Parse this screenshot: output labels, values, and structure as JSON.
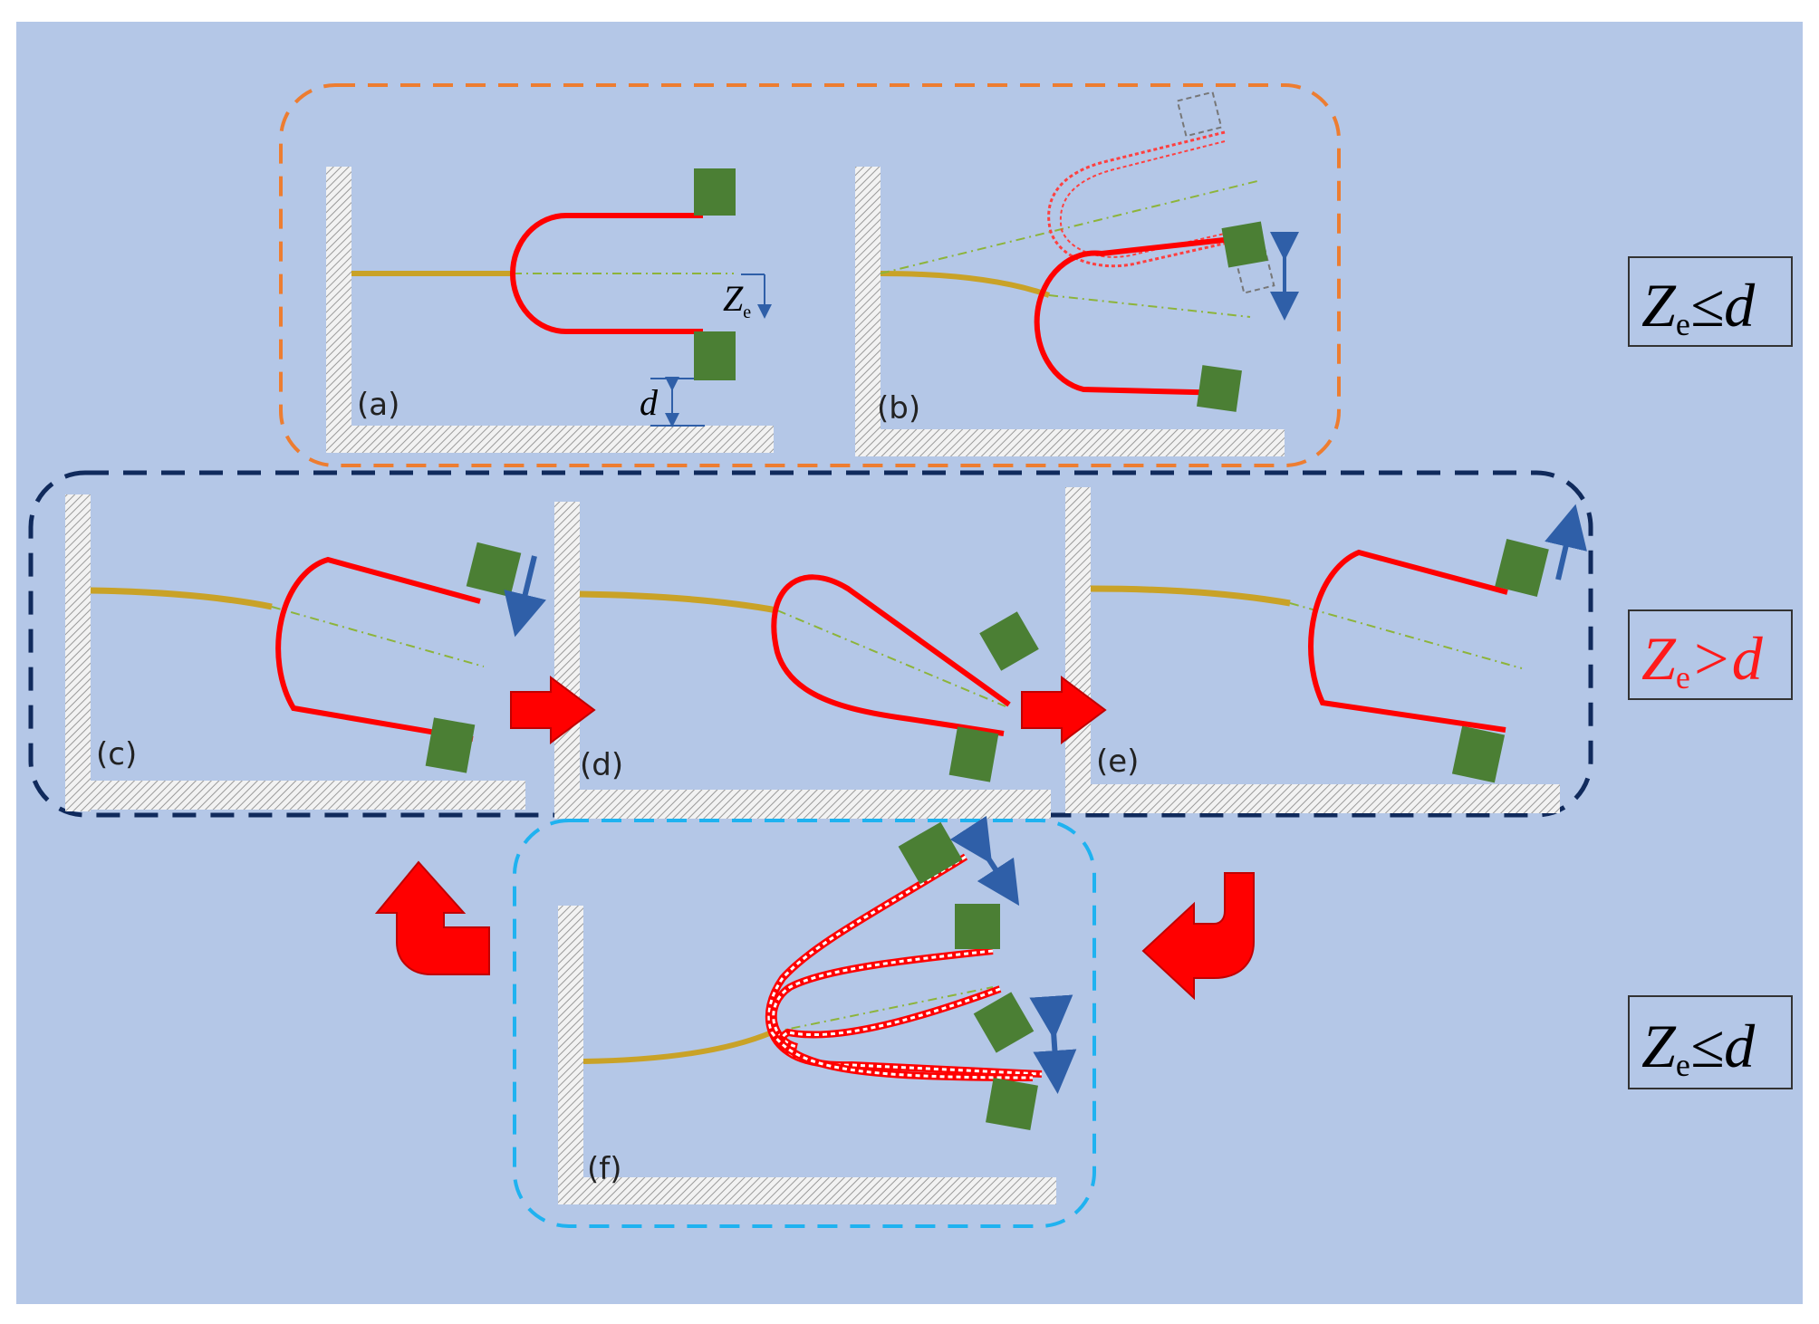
{
  "panels": {
    "a": "(a)",
    "b": "(b)",
    "c": "(c)",
    "d": "(d)",
    "e": "(e)",
    "f": "(f)"
  },
  "annotations": {
    "ze_symbol": "Z",
    "ze_subscript": "e",
    "d_symbol": "d"
  },
  "conditions": [
    {
      "z": "Z",
      "sub": "e",
      "rel": "≤d",
      "color": "#000000"
    },
    {
      "z": "Z",
      "sub": "e",
      "rel": ">d",
      "color": "#ff1a1a"
    },
    {
      "z": "Z",
      "sub": "e",
      "rel": "≤d",
      "color": "#000000"
    }
  ],
  "colors": {
    "background": "#b4c7e7",
    "fiber": "#c9a227",
    "tube": "#ff0000",
    "clamp": "#4b7f34",
    "arrow": "#ff0000",
    "motion_arrow": "#2f5fa8",
    "group_top": "#ed7d31",
    "group_middle": "#102a5c",
    "group_bottom": "#1fb2f0"
  }
}
